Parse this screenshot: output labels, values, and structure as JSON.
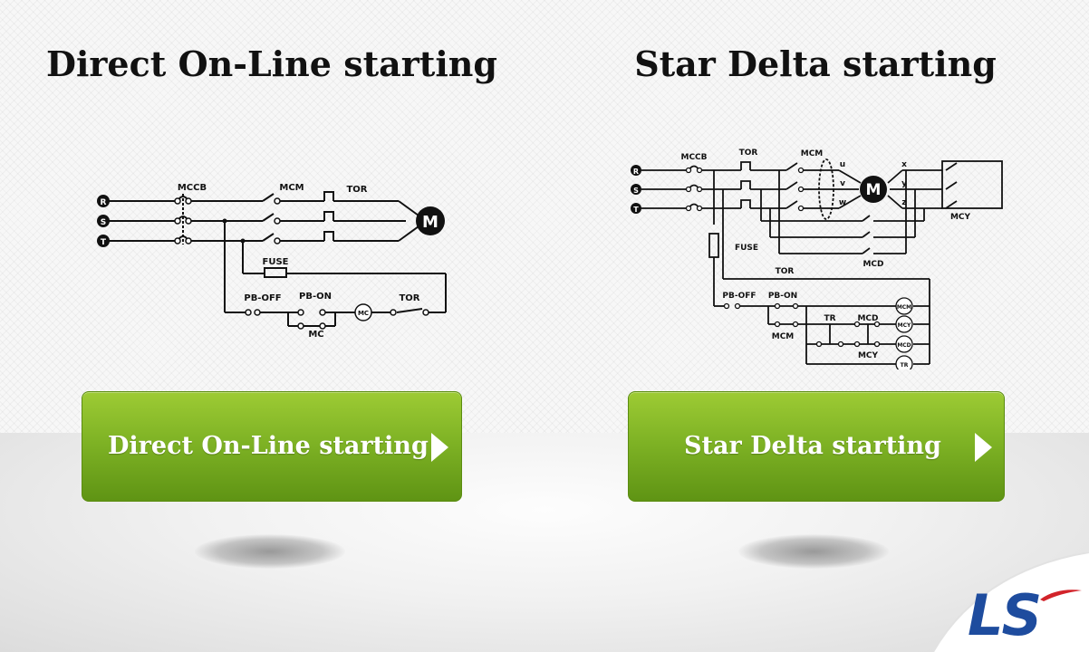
{
  "titles": {
    "left": "Direct On-Line starting",
    "right": "Star Delta starting"
  },
  "buttons": {
    "left_label": "Direct On-Line starting",
    "right_label": "Star Delta starting"
  },
  "diagram_left": {
    "phases": [
      "R",
      "S",
      "T"
    ],
    "mccb": "MCCB",
    "mcm": "MCM",
    "tor": "TOR",
    "motor": "M",
    "fuse": "FUSE",
    "pb_off": "PB-OFF",
    "pb_on": "PB-ON",
    "mc_coil": "MC",
    "tor_ctrl": "TOR",
    "mc_contact": "MC"
  },
  "diagram_right": {
    "phases": [
      "R",
      "S",
      "T"
    ],
    "mccb": "MCCB",
    "tor": "TOR",
    "mcm": "MCM",
    "motor": "M",
    "terminals_left": [
      "u",
      "v",
      "w"
    ],
    "terminals_right": [
      "x",
      "y",
      "z"
    ],
    "mcy": "MCY",
    "mcd": "MCD",
    "fuse": "FUSE",
    "tor_ctrl": "TOR",
    "pb_off": "PB-OFF",
    "pb_on": "PB-ON",
    "mcm_contact": "MCM",
    "tr": "TR",
    "mcd_contact": "MCD",
    "mcy_contact": "MCY",
    "coils": [
      "MCM",
      "MCY",
      "MCD",
      "TR"
    ]
  },
  "logo": {
    "text": "LS",
    "color": "#1e4c9e",
    "accent_color": "#d2232a"
  },
  "colors": {
    "button_top": "#9dcb34",
    "button_bottom": "#5f9414"
  }
}
